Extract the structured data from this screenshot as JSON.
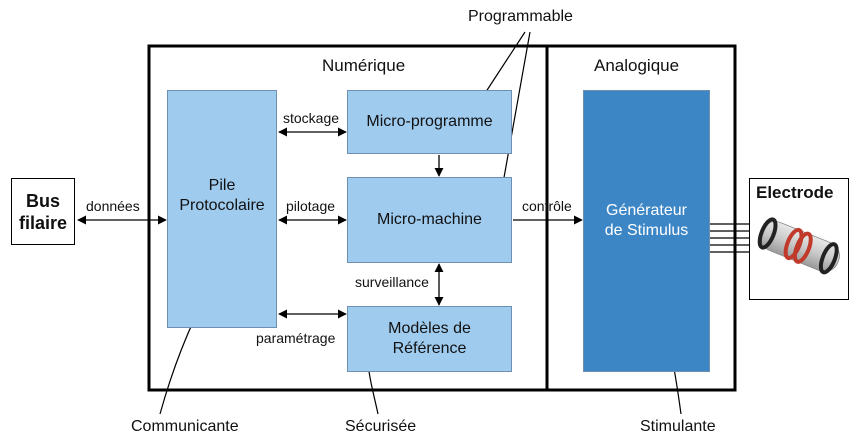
{
  "sections": {
    "numerique": "Numérique",
    "analogique": "Analogique"
  },
  "blocks": {
    "bus_line1": "Bus",
    "bus_line2": "filaire",
    "pile_line1": "Pile",
    "pile_line2": "Protocolaire",
    "microprogramme": "Micro-programme",
    "micromachine": "Micro-machine",
    "modeles_line1": "Modèles de",
    "modeles_line2": "Référence",
    "generateur_line1": "Générateur",
    "generateur_line2": "de Stimulus",
    "electrode": "Electrode"
  },
  "edge_labels": {
    "donnees": "données",
    "stockage": "stockage",
    "pilotage": "pilotage",
    "surveillance": "surveillance",
    "parametrage": "paramétrage",
    "controle": "contrôle"
  },
  "annotations": {
    "programmable": "Programmable",
    "communicante": "Communicante",
    "securisee": "Sécurisée",
    "stimulante": "Stimulante"
  }
}
